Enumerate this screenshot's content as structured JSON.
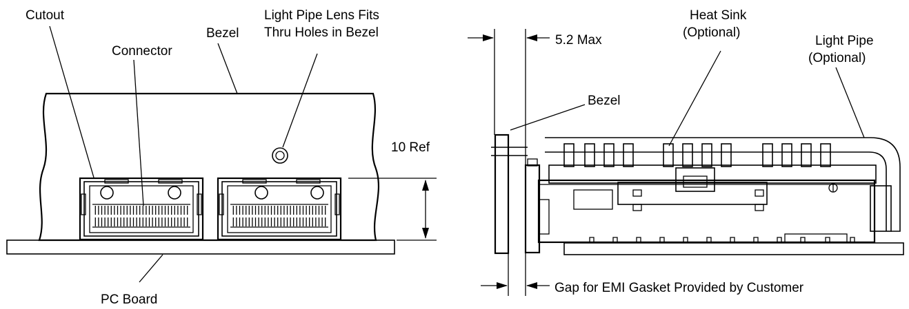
{
  "colors": {
    "ink": "#000000",
    "paper": "#ffffff"
  },
  "front_view": {
    "labels": {
      "cutout": "Cutout",
      "connector": "Connector",
      "bezel": "Bezel",
      "light_pipe_lens_line1": "Light Pipe Lens Fits",
      "light_pipe_lens_line2": "Thru Holes in Bezel",
      "ref_dimension": "10 Ref",
      "pc_board": "PC Board"
    }
  },
  "side_view": {
    "labels": {
      "max_dimension": "5.2 Max",
      "bezel": "Bezel",
      "heat_sink_line1": "Heat Sink",
      "heat_sink_line2": "(Optional)",
      "light_pipe_line1": "Light Pipe",
      "light_pipe_line2": "(Optional)",
      "gap_note": "Gap for EMI Gasket Provided by Customer"
    }
  }
}
